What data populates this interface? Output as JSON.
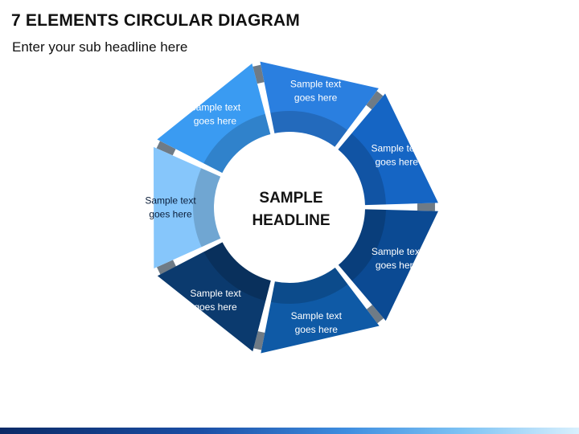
{
  "title": "7 ELEMENTS CIRCULAR DIAGRAM",
  "subtitle": "Enter your sub headline here",
  "center": {
    "line1": "SAMPLE",
    "line2": "HEADLINE"
  },
  "segments": [
    {
      "line1": "Sample text",
      "line2": "goes here",
      "color": "#2a7fe0",
      "text_color": "light"
    },
    {
      "line1": "Sample text",
      "line2": "goes here",
      "color": "#1565c4",
      "text_color": "light"
    },
    {
      "line1": "Sample text",
      "line2": "goes here",
      "color": "#0b4a93",
      "text_color": "light"
    },
    {
      "line1": "Sample text",
      "line2": "goes here",
      "color": "#0f5aa6",
      "text_color": "light"
    },
    {
      "line1": "Sample text",
      "line2": "goes here",
      "color": "#0b3a6e",
      "text_color": "light"
    },
    {
      "line1": "Sample text",
      "line2": "goes here",
      "color": "#86c6fb",
      "text_color": "dark"
    },
    {
      "line1": "Sample text",
      "line2": "goes here",
      "color": "#3a9bf2",
      "text_color": "light"
    }
  ],
  "connector_color": "#6f7b86"
}
